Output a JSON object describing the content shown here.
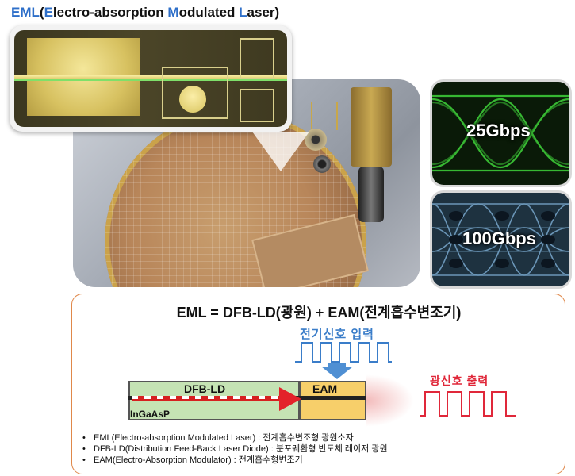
{
  "title": {
    "eml": "EML",
    "paren_open": "(",
    "e": "E",
    "lectro": "lectro-absorption  ",
    "m": "M",
    "odulated": "odulated ",
    "l": "L",
    "aser": "aser)"
  },
  "eye_diagrams": [
    {
      "label": "25Gbps",
      "color": "#4cd44a"
    },
    {
      "label": "100Gbps",
      "color": "#5a8fb5"
    }
  ],
  "diagram": {
    "equation": "EML  =  DFB-LD(광원)  +  EAM(전계흡수변조기)",
    "input_label": "전기신호 입력",
    "output_label": "광신호 출력",
    "dfb_label": "DFB-LD",
    "eam_label": "EAM",
    "material_label": "InGaAsP",
    "colors": {
      "input": "#3a7dc9",
      "output": "#e0283a",
      "dfb_section": "#c5e3b4",
      "eam_section": "#f7cf6a",
      "panel_border": "#e0884a"
    }
  },
  "notes": [
    "EML(Electro-absorption  Modulated  Laser) : 전계흡수변조형  광원소자",
    "DFB-LD(Distribution  Feed-Back  Laser Diode) : 분포궤환형  반도체  레이저  광원",
    "EAM(Electro-Absorption  Modulator) : 전계흡수형변조기"
  ]
}
